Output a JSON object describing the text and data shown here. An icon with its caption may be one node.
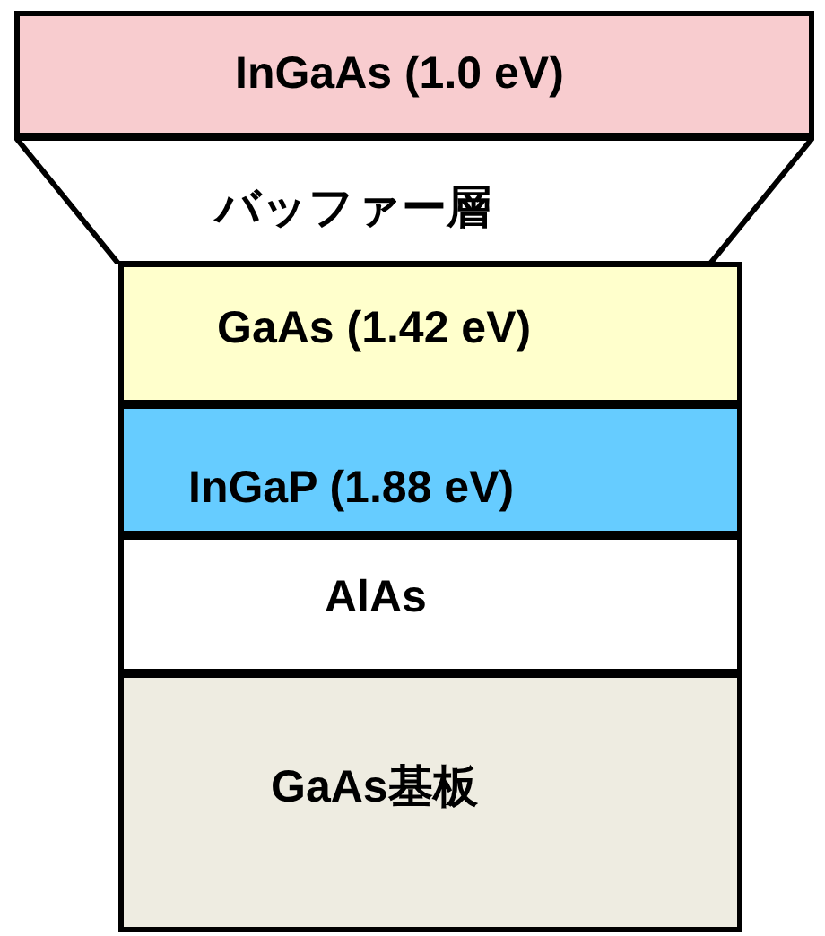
{
  "diagram": {
    "nodes": [
      {
        "text": [
          "InGaAs (1.0 eV)"
        ]
      },
      {
        "text": [
          "バッファー層"
        ]
      },
      {
        "text": [
          "GaAs (1.42 eV)"
        ]
      },
      {
        "text": [
          "InGaP (1.88 eV)"
        ]
      },
      {
        "text": [
          "AlAs"
        ]
      },
      {
        "text": [
          "GaAs基板"
        ]
      }
    ]
  }
}
